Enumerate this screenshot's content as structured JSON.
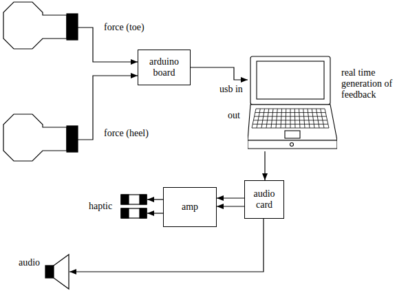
{
  "diagram": {
    "nodes": [
      {
        "text": [
          "arduino board"
        ]
      },
      {
        "text": [
          "real time generation of feedback"
        ]
      },
      {
        "text": [
          "audio card"
        ]
      },
      {
        "text": [
          "amp"
        ]
      }
    ],
    "edges": [
      {
        "from": 0,
        "to": 1,
        "arrow": "to",
        "label": "usb in"
      },
      {
        "from": 1,
        "to": 2,
        "arrow": "to",
        "label": "out"
      },
      {
        "from": 2,
        "to": 3,
        "arrow": "to"
      },
      {
        "from": 2,
        "to": 3,
        "arrow": "to"
      }
    ],
    "labels": [
      "force (toe)",
      "force (heel)",
      "haptic",
      "audio"
    ]
  }
}
